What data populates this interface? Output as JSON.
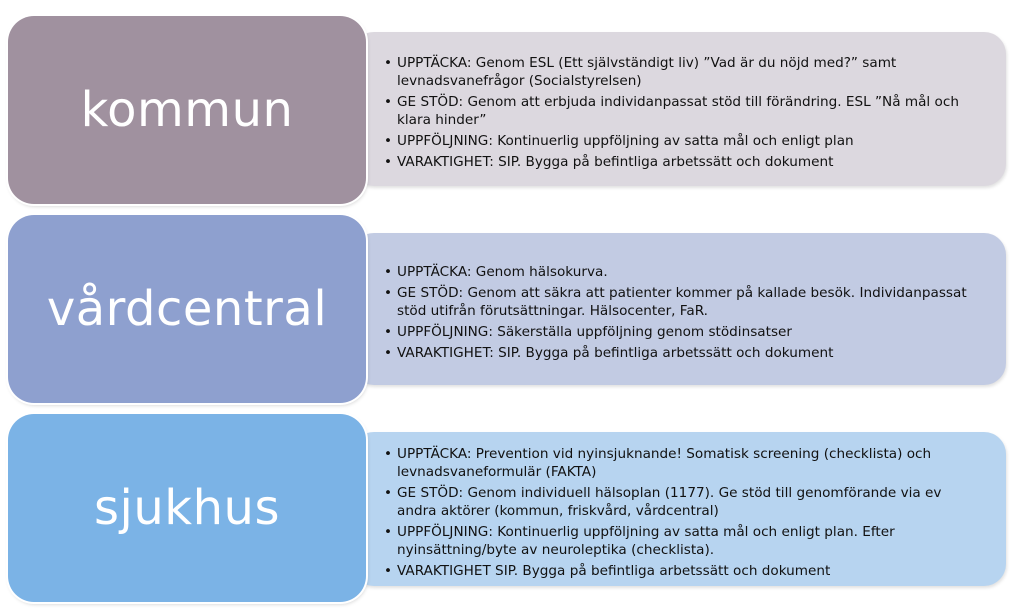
{
  "colors": {
    "kommun_box": "#a0919f",
    "kommun_panel": "#dcd8df",
    "vardcentral_box": "#8ea0cf",
    "vardcentral_panel": "#c2cbe3",
    "sjukhus_box": "#7bb3e6",
    "sjukhus_panel": "#b7d4f0"
  },
  "rows": [
    {
      "label": "kommun",
      "items": [
        "UPPTÄCKA: Genom ESL (Ett självständigt liv) ”Vad är du nöjd med?” samt levnadsvanefrågor (Socialstyrelsen)",
        "GE STÖD: Genom att erbjuda individanpassat stöd till förändring. ESL ”Nå mål och klara hinder”",
        "UPPFÖLJNING: Kontinuerlig uppföljning av satta mål och enligt plan",
        "VARAKTIGHET: SIP. Bygga på befintliga arbetssätt och dokument"
      ]
    },
    {
      "label": "vårdcentral",
      "items": [
        "UPPTÄCKA: Genom hälsokurva.",
        "GE STÖD: Genom att säkra att patienter kommer på kallade besök. Individanpassat stöd utifrån förutsättningar. Hälsocenter, FaR.",
        "UPPFÖLJNING: Säkerställa uppföljning genom stödinsatser",
        "VARAKTIGHET: SIP. Bygga på befintliga arbetssätt och dokument"
      ]
    },
    {
      "label": "sjukhus",
      "items": [
        "UPPTÄCKA: Prevention vid nyinsjuknande! Somatisk screening (checklista) och levnadsvaneformulär (FAKTA)",
        "GE STÖD: Genom individuell hälsoplan (1177). Ge stöd till genomförande via ev andra aktörer (kommun, friskvård, vårdcentral)",
        "UPPFÖLJNING: Kontinuerlig uppföljning av satta mål och enligt plan. Efter nyinsättning/byte av neuroleptika (checklista).",
        "VARAKTIGHET SIP. Bygga på befintliga arbetssätt och dokument"
      ]
    }
  ]
}
